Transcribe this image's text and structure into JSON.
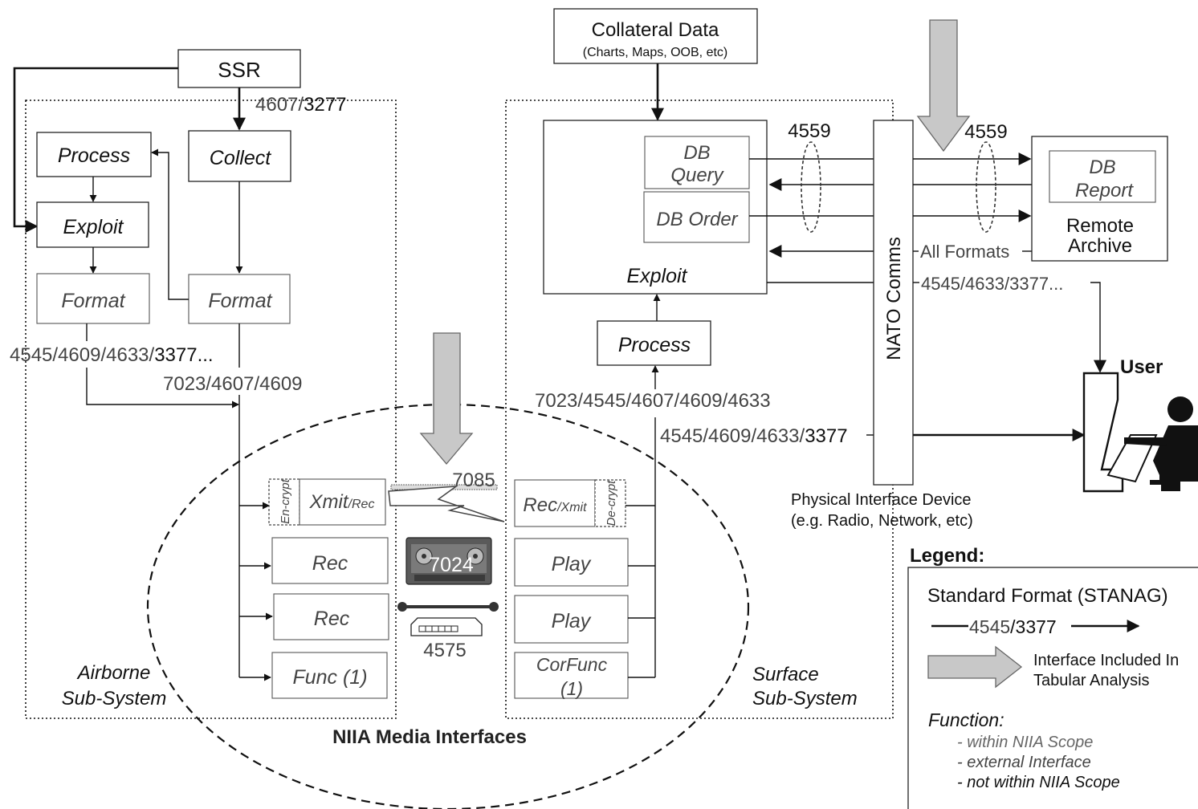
{
  "collateral": {
    "title": "Collateral Data",
    "subtitle": "(Charts, Maps, OOB, etc)"
  },
  "airborne": {
    "ssr": "SSR",
    "ssr_stanag_a": "4607/",
    "ssr_stanag_b": "3277",
    "collect": "Collect",
    "process": "Process",
    "exploit": "Exploit",
    "format_left": "Format",
    "format_right": "Format",
    "stanag_format_left_a": "4545/4609/4633/",
    "stanag_format_left_b": "3377...",
    "stanag_format_right": "7023/4607/4609",
    "label_line1": "Airborne",
    "label_line2": "Sub-System"
  },
  "media": {
    "encrypt": "En-crypt",
    "xmit_rec_main": "Xmit",
    "xmit_rec_sub": "/Rec",
    "rec1": "Rec",
    "rec2": "Rec",
    "func1": "Func (1)",
    "rec_xmit_main": "Rec",
    "rec_xmit_sub": "/Xmit",
    "decrypt": "De-crypt",
    "play1": "Play",
    "play2": "Play",
    "corfunc_line1": "CorFunc",
    "corfunc_line2": "(1)",
    "stanag_7085": "7085",
    "stanag_7024": "7024",
    "stanag_4575": "4575",
    "title": "NIIA Media Interfaces"
  },
  "surface": {
    "db_query_line1": "DB",
    "db_query_line2": "Query",
    "db_order": "DB Order",
    "exploit": "Exploit",
    "process": "Process",
    "stanag_4559_left": "4559",
    "stanag_process": "7023/4545/4607/4609/4633",
    "stanag_user_a": "4545/4609/4633/",
    "stanag_user_b": "3377",
    "label_line1": "Surface",
    "label_line2": "Sub-System"
  },
  "comms": {
    "nato_comms": "NATO Comms",
    "stanag_4559_right": "4559",
    "all_formats": "All Formats",
    "stanag_user": "4545/4633/3377...",
    "pid_line1": "Physical Interface Device",
    "pid_line2": "(e.g. Radio, Network, etc)"
  },
  "remote": {
    "db_report_line1": "DB",
    "db_report_line2": "Report",
    "archive_line1": "Remote",
    "archive_line2": "Archive"
  },
  "user": {
    "label": "User"
  },
  "legend": {
    "title": "Legend:",
    "standard_format": "Standard Format (STANAG)",
    "arrow_example_a": "4545",
    "arrow_example_b": "/3377",
    "interface_line1": "Interface Included In",
    "interface_line2": "Tabular Analysis",
    "function_title": "Function:",
    "function_items": [
      "- within NIIA Scope",
      "- external Interface",
      "- not within NIIA Scope"
    ]
  },
  "colors": {
    "line": "#111111",
    "grey_text": "#444444",
    "highlight_arrow": "#c8c8c8"
  }
}
